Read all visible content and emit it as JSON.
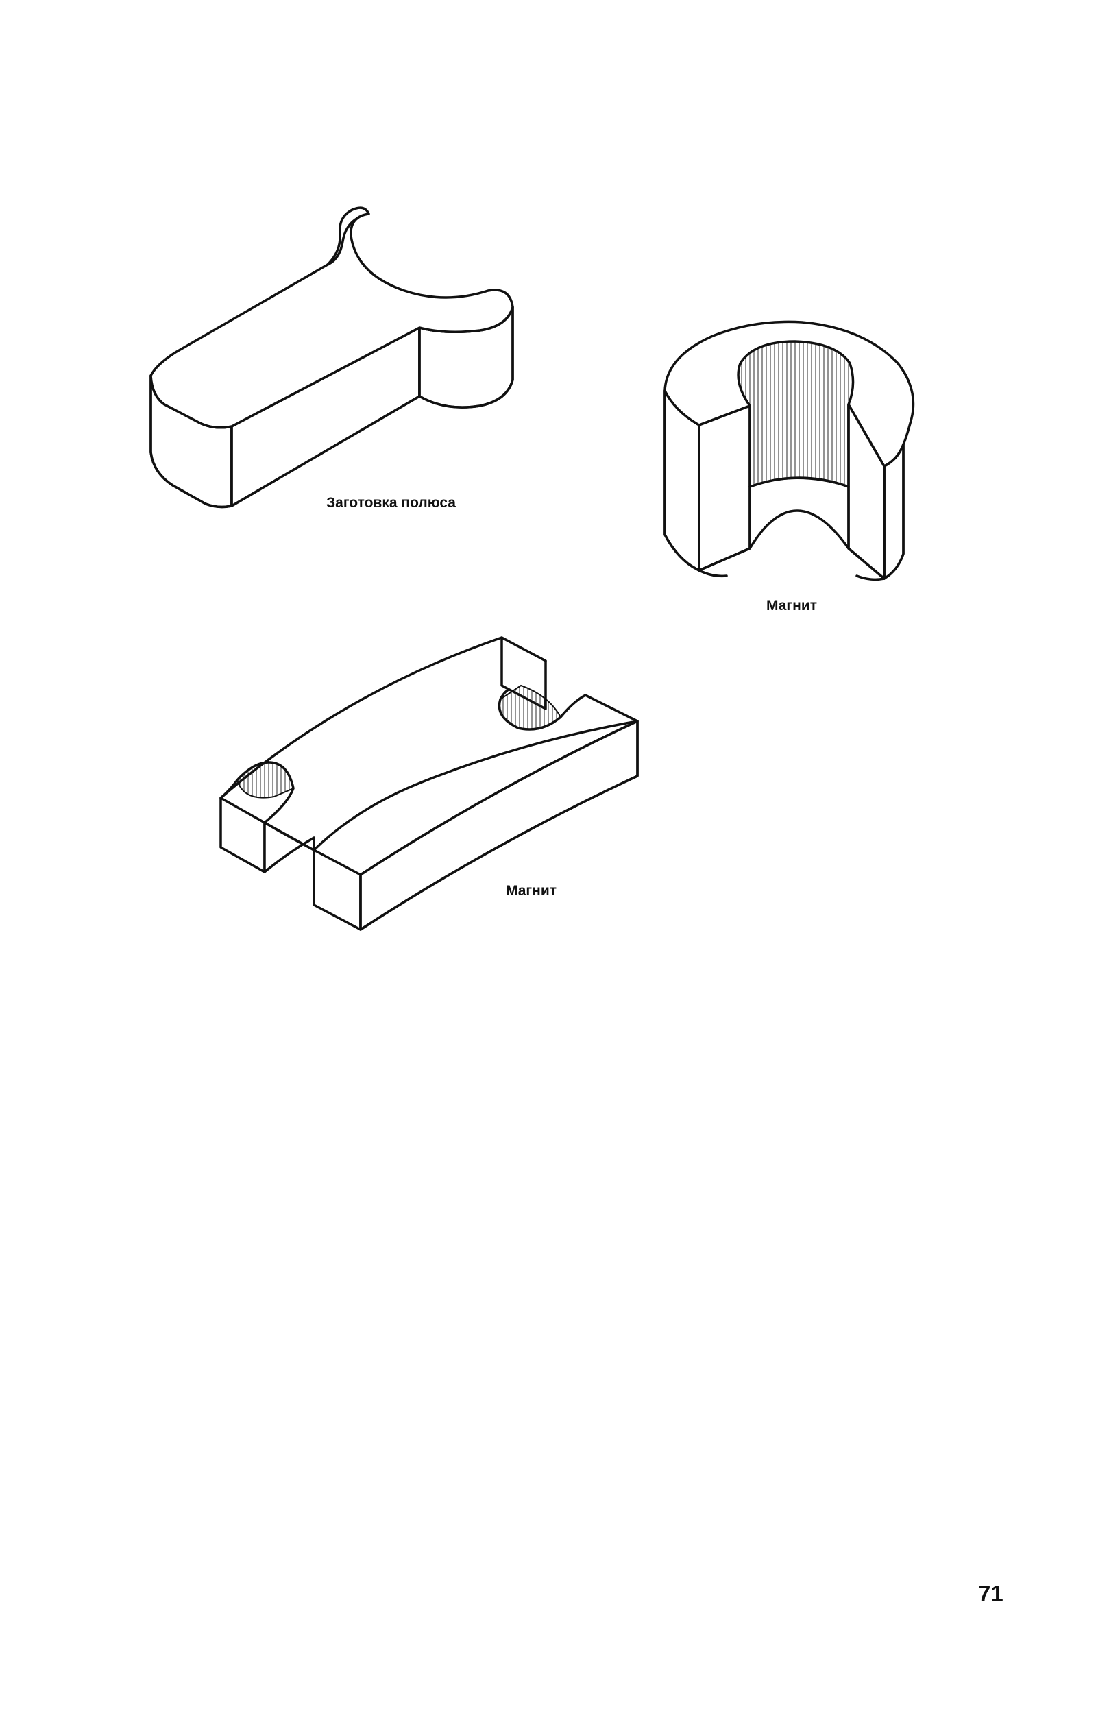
{
  "figures": [
    {
      "name": "pole-blank",
      "caption": "Заготовка полюса"
    },
    {
      "name": "ring-magnet",
      "caption": "Магнит"
    },
    {
      "name": "arc-magnet",
      "caption": "Магнит"
    }
  ],
  "page": {
    "number": "71"
  }
}
